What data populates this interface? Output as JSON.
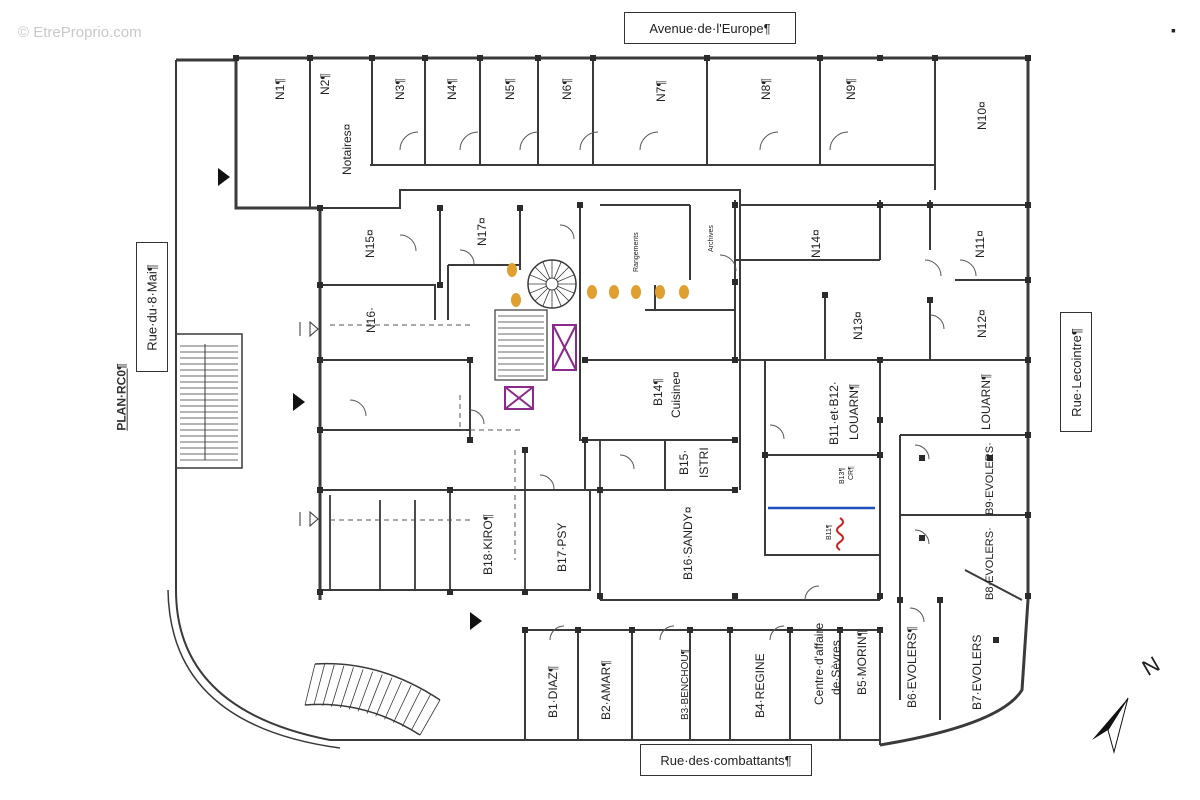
{
  "watermark": "© EtreProprio.com",
  "corner_mark": "▪",
  "streets": {
    "north": "Avenue·de·l'Europe¶",
    "west": "Rue·du·8·Mai¶",
    "east": "Rue·Lecointre¶",
    "south": "Rue·des·combattants¶"
  },
  "plan_label": "PLAN·RC0¶",
  "compass_label": "N",
  "rooms": {
    "n1": "N1¶",
    "n2": "N2¶",
    "notaires": "Notaires¤",
    "n3": "N3¶",
    "n4": "N4¶",
    "n5": "N5¶",
    "n6": "N6¶",
    "n7": "N7¶",
    "n8": "N8¶",
    "n9": "N9¶",
    "n10": "N10¤",
    "n15": "N15¤",
    "n17": "N17¤",
    "n14": "N14¤",
    "n11": "N11¤",
    "n16": "N16·",
    "n13": "N13¤",
    "n12": "N12¤",
    "rangements": "Rangements",
    "archives": "Archives",
    "b14": "B14¶",
    "cuisine": "Cuisine¤",
    "b15": "B15·",
    "istri": "ISTRI",
    "b11_b12": "B11·et·B12·",
    "louarn_a": "LOUARN¶",
    "louarn_b": "LOUARN¶",
    "b13a": "B13¶",
    "b13b": "CR¶",
    "b11": "B11¶",
    "b9_evolers": "B9·EVOLERS·",
    "b8_evolers": "B8·EVOLERS·",
    "b18": "B18·KIRO¶",
    "b17": "B17·PSY",
    "b16": "B16·SANDY¤",
    "centre_1": "Centre·d'affaire",
    "centre_2": "de·Sèvres",
    "b5": "B5·MORIN¶",
    "b6": "B6·EVOLERS¶",
    "b7": "B7·EVOLERS",
    "b1": "B1·DIAZ¶",
    "b2": "B2·AMAR¶",
    "b3": "B3·BENCHOU¶",
    "b4": "B4·REGINE"
  },
  "colors": {
    "wall": "#3a3a3a",
    "toilet": "#e0a030",
    "lift": "#8a2a8a",
    "blue_line": "#1f4fbf",
    "red_mark": "#cc2222"
  }
}
